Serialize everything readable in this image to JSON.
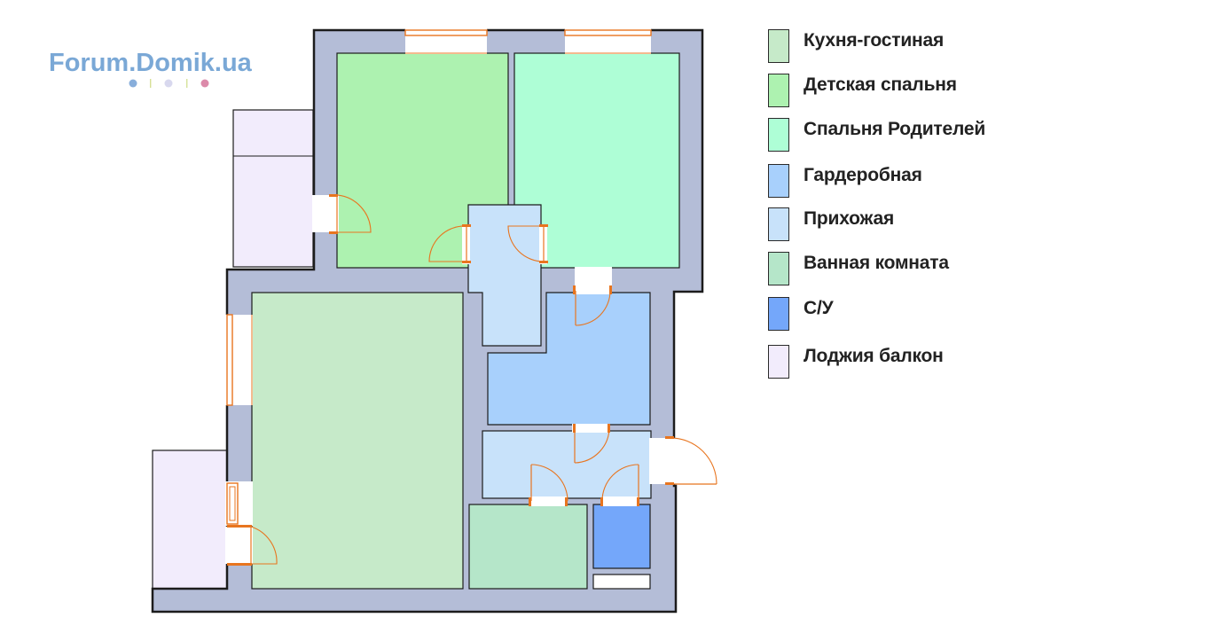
{
  "logo": {
    "text": "Forum.Domik.ua",
    "dot_colors": [
      "#88aedb",
      "#d7e096",
      "#d8d8ee",
      "#d6e29a",
      "#dc8aaa"
    ]
  },
  "colors": {
    "wall": "#b4bdd7",
    "window_door": "#e8751f",
    "kitchen_living": "#c6eac9",
    "kids_bedroom": "#adf2b0",
    "parents_bedroom": "#aefed6",
    "wardrobe": "#a8d0fc",
    "hallway": "#c8e2fa",
    "bathroom": "#b5e6c9",
    "wc": "#74a7fa",
    "loggia": "#f2ecfc"
  },
  "legend": [
    {
      "label": "Кухня-гостиная",
      "color": "#c6eac9"
    },
    {
      "label": "Детская спальня",
      "color": "#adf2b0"
    },
    {
      "label": "Спальня Родителей",
      "color": "#aefed6"
    },
    {
      "label": "Гардеробная",
      "color": "#a8d0fc"
    },
    {
      "label": "Прихожая",
      "color": "#c8e2fa"
    },
    {
      "label": "Ванная комната",
      "color": "#b5e6c9"
    },
    {
      "label": "С/У",
      "color": "#74a7fa"
    },
    {
      "label": "Лоджия балкон",
      "color": "#f2ecfc"
    }
  ]
}
